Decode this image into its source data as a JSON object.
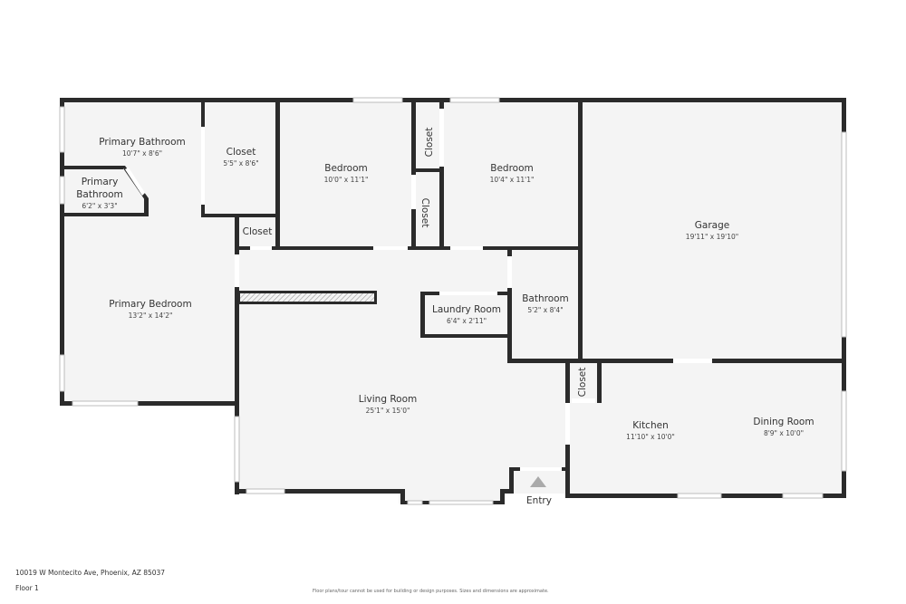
{
  "plan": {
    "address": "10019 W Montecito Ave, Phoenix, AZ 85037",
    "floor": "Floor 1",
    "disclaimer": "Floor plans/tour cannot be used for building or design purposes. Sizes and dimensions are approximate.",
    "colors": {
      "wall": "#2b2b2b",
      "room": "#f4f4f4",
      "entry_arrow": "#aaaaaa"
    }
  },
  "rooms": {
    "primary_bathroom": {
      "name": "Primary Bathroom",
      "dim": "10'7\" x 8'6\""
    },
    "primary_bathroom_small": {
      "name_line1": "Primary",
      "name_line2": "Bathroom",
      "dim": "6'2\" x 3'3\""
    },
    "closet_primary": {
      "name": "Closet",
      "dim": "5'5\" x 8'6\""
    },
    "closet_small": {
      "name": "Closet"
    },
    "bedroom_1": {
      "name": "Bedroom",
      "dim": "10'0\" x 11'1\""
    },
    "closet_upper": {
      "name": "Closet"
    },
    "closet_lower": {
      "name": "Closet"
    },
    "bedroom_2": {
      "name": "Bedroom",
      "dim": "10'4\" x 11'1\""
    },
    "garage": {
      "name": "Garage",
      "dim": "19'11\" x 19'10\""
    },
    "primary_bedroom": {
      "name": "Primary Bedroom",
      "dim": "13'2\" x 14'2\""
    },
    "laundry_room": {
      "name": "Laundry Room",
      "dim": "6'4\" x 2'11\""
    },
    "bathroom": {
      "name": "Bathroom",
      "dim": "5'2\" x 8'4\""
    },
    "closet_kitchen": {
      "name": "Closet"
    },
    "living_room": {
      "name": "Living Room",
      "dim": "25'1\" x 15'0\""
    },
    "kitchen": {
      "name": "Kitchen",
      "dim": "11'10\" x 10'0\""
    },
    "dining_room": {
      "name": "Dining Room",
      "dim": "8'9\" x 10'0\""
    },
    "entry": {
      "name": "Entry"
    }
  }
}
